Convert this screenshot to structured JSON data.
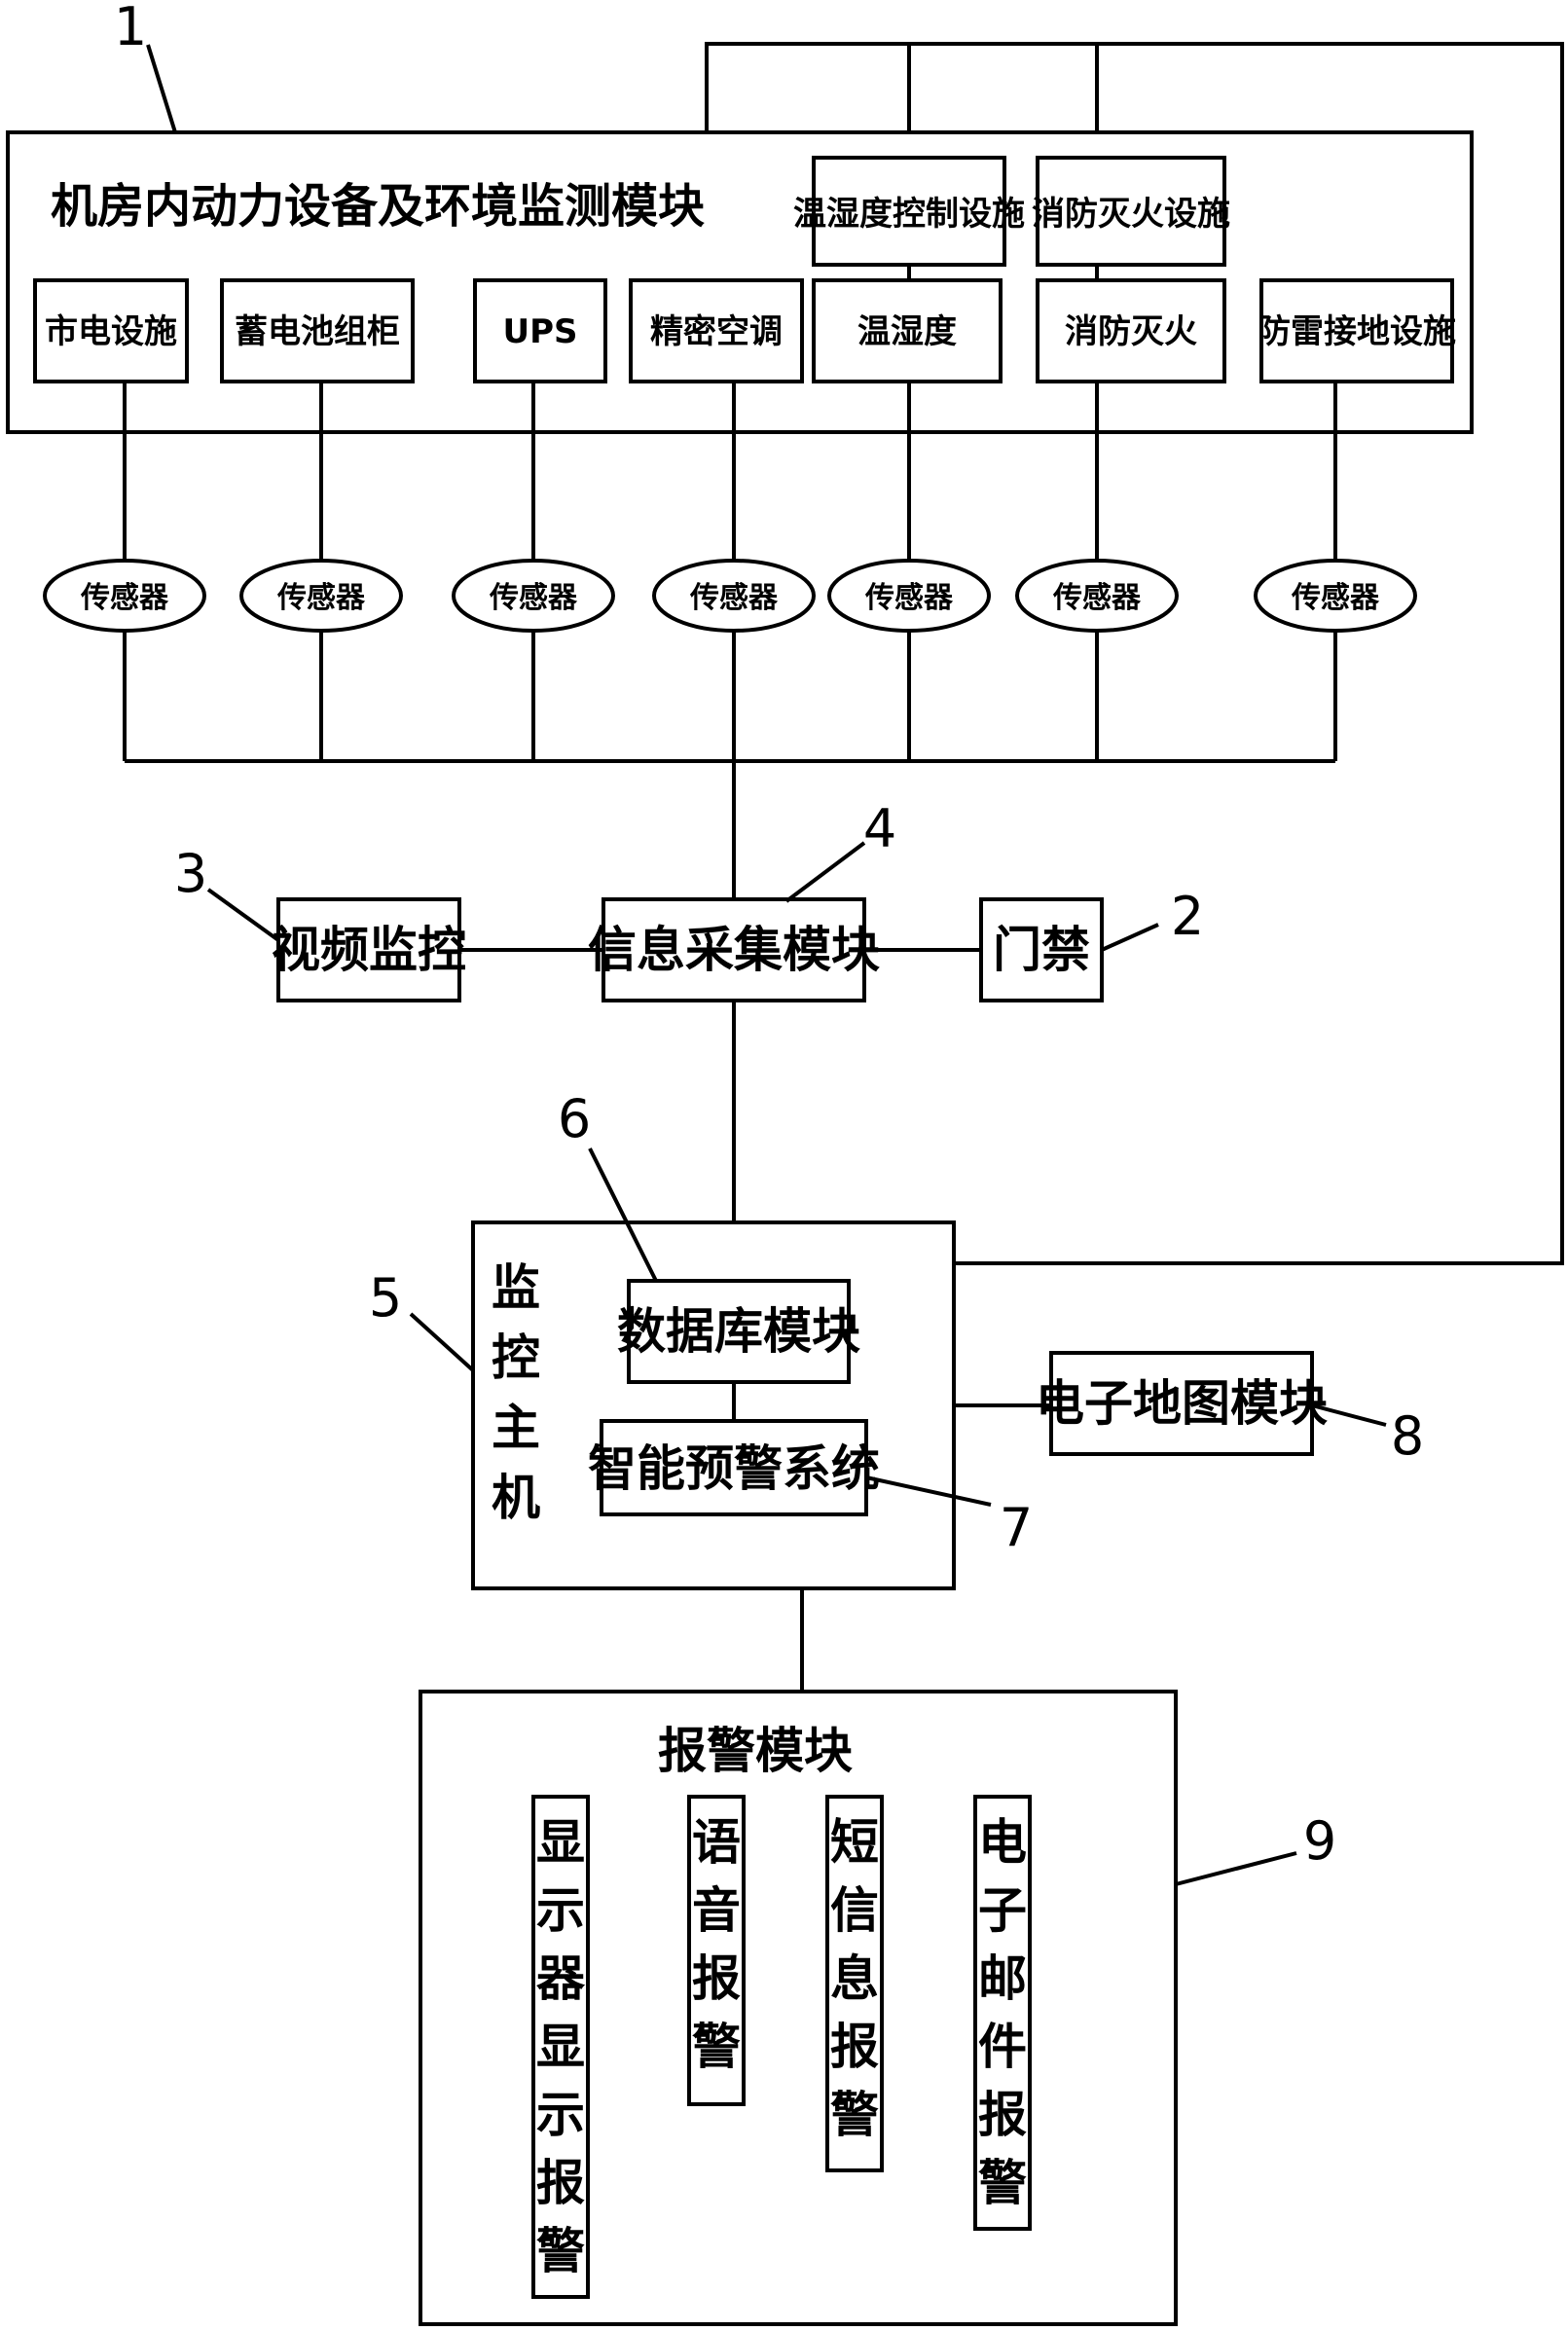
{
  "module1": {
    "title": "机房内动力设备及环境监测模块",
    "items": [
      "市电设施",
      "蓄电池组柜",
      "UPS",
      "精密空调",
      "温湿度",
      "消防灭火",
      "防雷接地设施"
    ],
    "controls": [
      "温湿度控制设施",
      "消防灭火设施"
    ]
  },
  "sensors": [
    "传感器",
    "传感器",
    "传感器",
    "传感器",
    "传感器",
    "传感器",
    "传感器"
  ],
  "video": "视频监控",
  "info_collect": "信息采集模块",
  "door": "门禁",
  "host": {
    "label_chars": [
      "监",
      "控",
      "主",
      "机"
    ],
    "database": "数据库模块",
    "warning": "智能预警系统"
  },
  "emap": "电子地图模块",
  "alarm": {
    "title": "报警模块",
    "columns": [
      [
        "显",
        "示",
        "器",
        "显",
        "示",
        "报",
        "警"
      ],
      [
        "语",
        "音",
        "报",
        "警"
      ],
      [
        "短",
        "信",
        "息",
        "报",
        "警"
      ],
      [
        "电",
        "子",
        "邮",
        "件",
        "报",
        "警"
      ]
    ]
  },
  "callouts": [
    "1",
    "2",
    "3",
    "4",
    "5",
    "6",
    "7",
    "8",
    "9"
  ]
}
